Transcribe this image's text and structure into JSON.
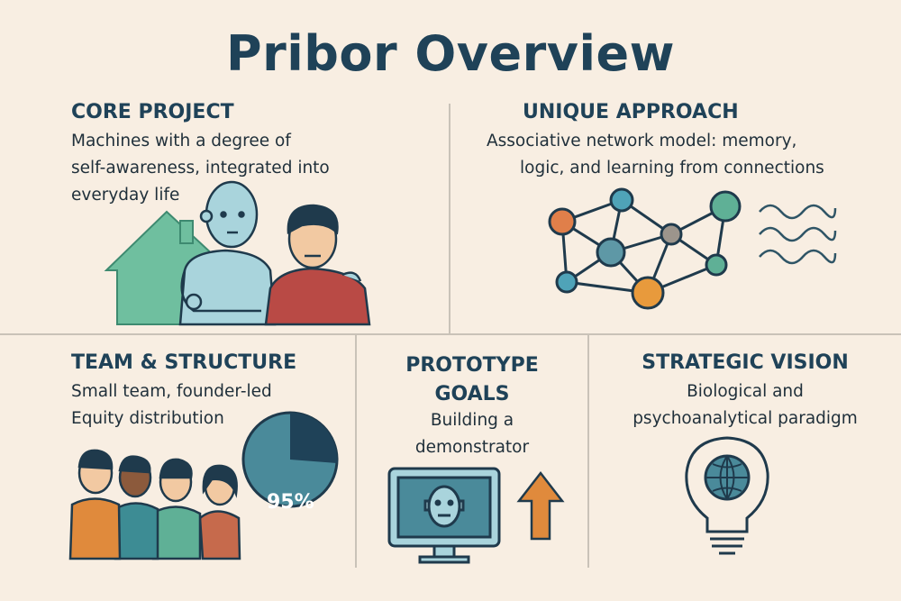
{
  "title": "Pribor Overview",
  "sections": {
    "core": {
      "heading": "CORE PROJECT",
      "lines": [
        "Machines with a degree of",
        "self-awareness, integrated into",
        "everyday life"
      ]
    },
    "unique": {
      "heading": "UNIQUE APPROACH",
      "lines": [
        "Associative network model: memory,",
        "logic, and learning from connections"
      ]
    },
    "team": {
      "heading": "TEAM & STRUCTURE",
      "lines": [
        "Small team, founder-led",
        "Equity distribution"
      ],
      "pie_label": "95%"
    },
    "prototype": {
      "heading_lines": [
        "PROTOTYPE",
        "GOALS"
      ],
      "lines": [
        "Building a",
        "demonstrator"
      ]
    },
    "vision": {
      "heading": "STRATEGIC VISION",
      "lines": [
        "Biological and",
        "psychoanalytical paradigm"
      ]
    }
  },
  "colors": {
    "navy": "#1f4258",
    "background": "#f8eee2",
    "teal": "#4a8a9a",
    "orange": "#e08a3c",
    "green": "#5fb096"
  }
}
